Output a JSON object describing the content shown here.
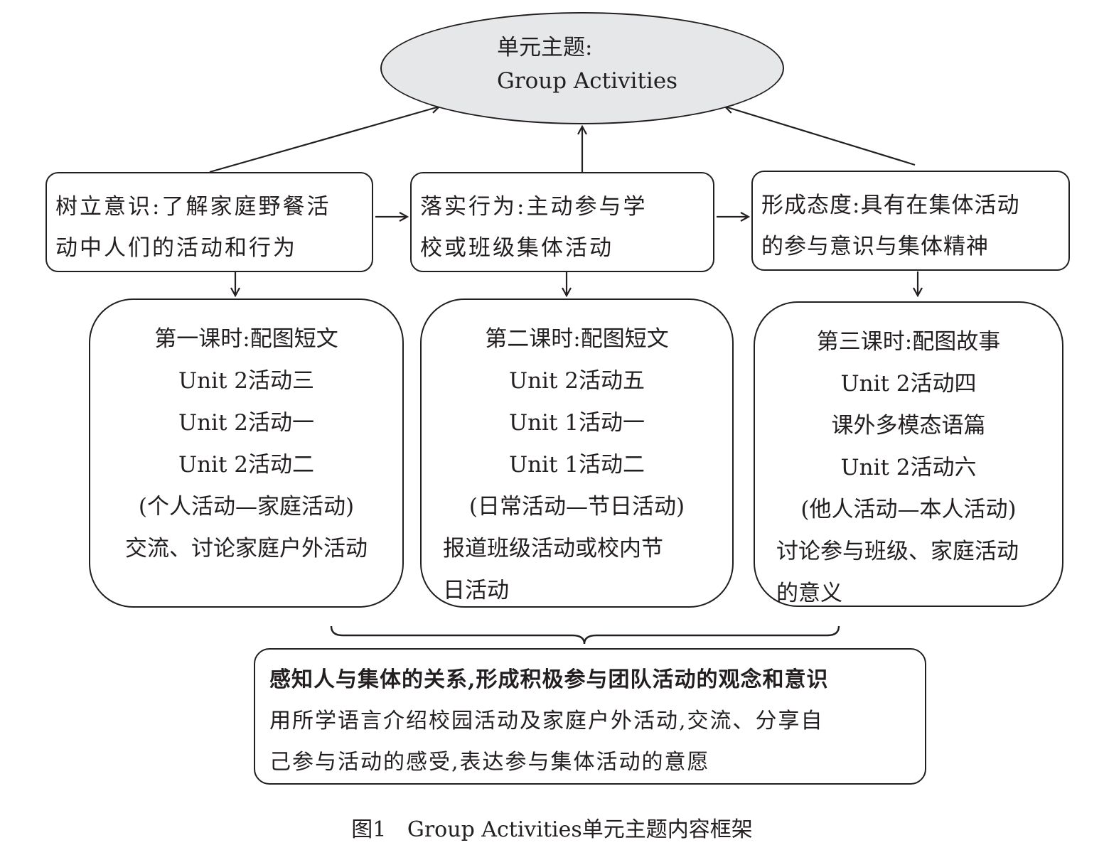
{
  "theme": {
    "label": "单元主题:",
    "name": "Group Activities"
  },
  "goals": [
    {
      "lines": [
        "树立意识:了解家庭野餐活",
        "动中人们的活动和行为"
      ]
    },
    {
      "lines": [
        "落实行为:主动参与学",
        "校或班级集体活动"
      ]
    },
    {
      "lines": [
        "形成态度:具有在集体活动",
        "的参与意识与集体精神"
      ]
    }
  ],
  "lessons": [
    {
      "title": "第一课时:配图短文",
      "items": [
        "Unit 2活动三",
        "Unit 2活动一",
        "Unit 2活动二"
      ],
      "progression": "(个人活动—家庭活动)",
      "task": [
        "交流、讨论家庭户外活动"
      ]
    },
    {
      "title": "第二课时:配图短文",
      "items": [
        "Unit 2活动五",
        "Unit 1活动一",
        "Unit 1活动二"
      ],
      "progression": "(日常活动—节日活动)",
      "task": [
        "报道班级活动或校内节",
        "日活动"
      ]
    },
    {
      "title": "第三课时:配图故事",
      "items": [
        "Unit 2活动四",
        "课外多模态语篇",
        "Unit 2活动六"
      ],
      "progression": "(他人活动—本人活动)",
      "task": [
        "讨论参与班级、家庭活动",
        "的意义"
      ]
    }
  ],
  "summary": {
    "headline": "感知人与集体的关系,形成积极参与团队活动的观念和意识",
    "lines": [
      "用所学语言介绍校园活动及家庭户外活动,交流、分享自",
      "己参与活动的感受,表达参与集体活动的意愿"
    ]
  },
  "caption": {
    "figure": "图1",
    "title": "Group Activities单元主题内容框架"
  }
}
